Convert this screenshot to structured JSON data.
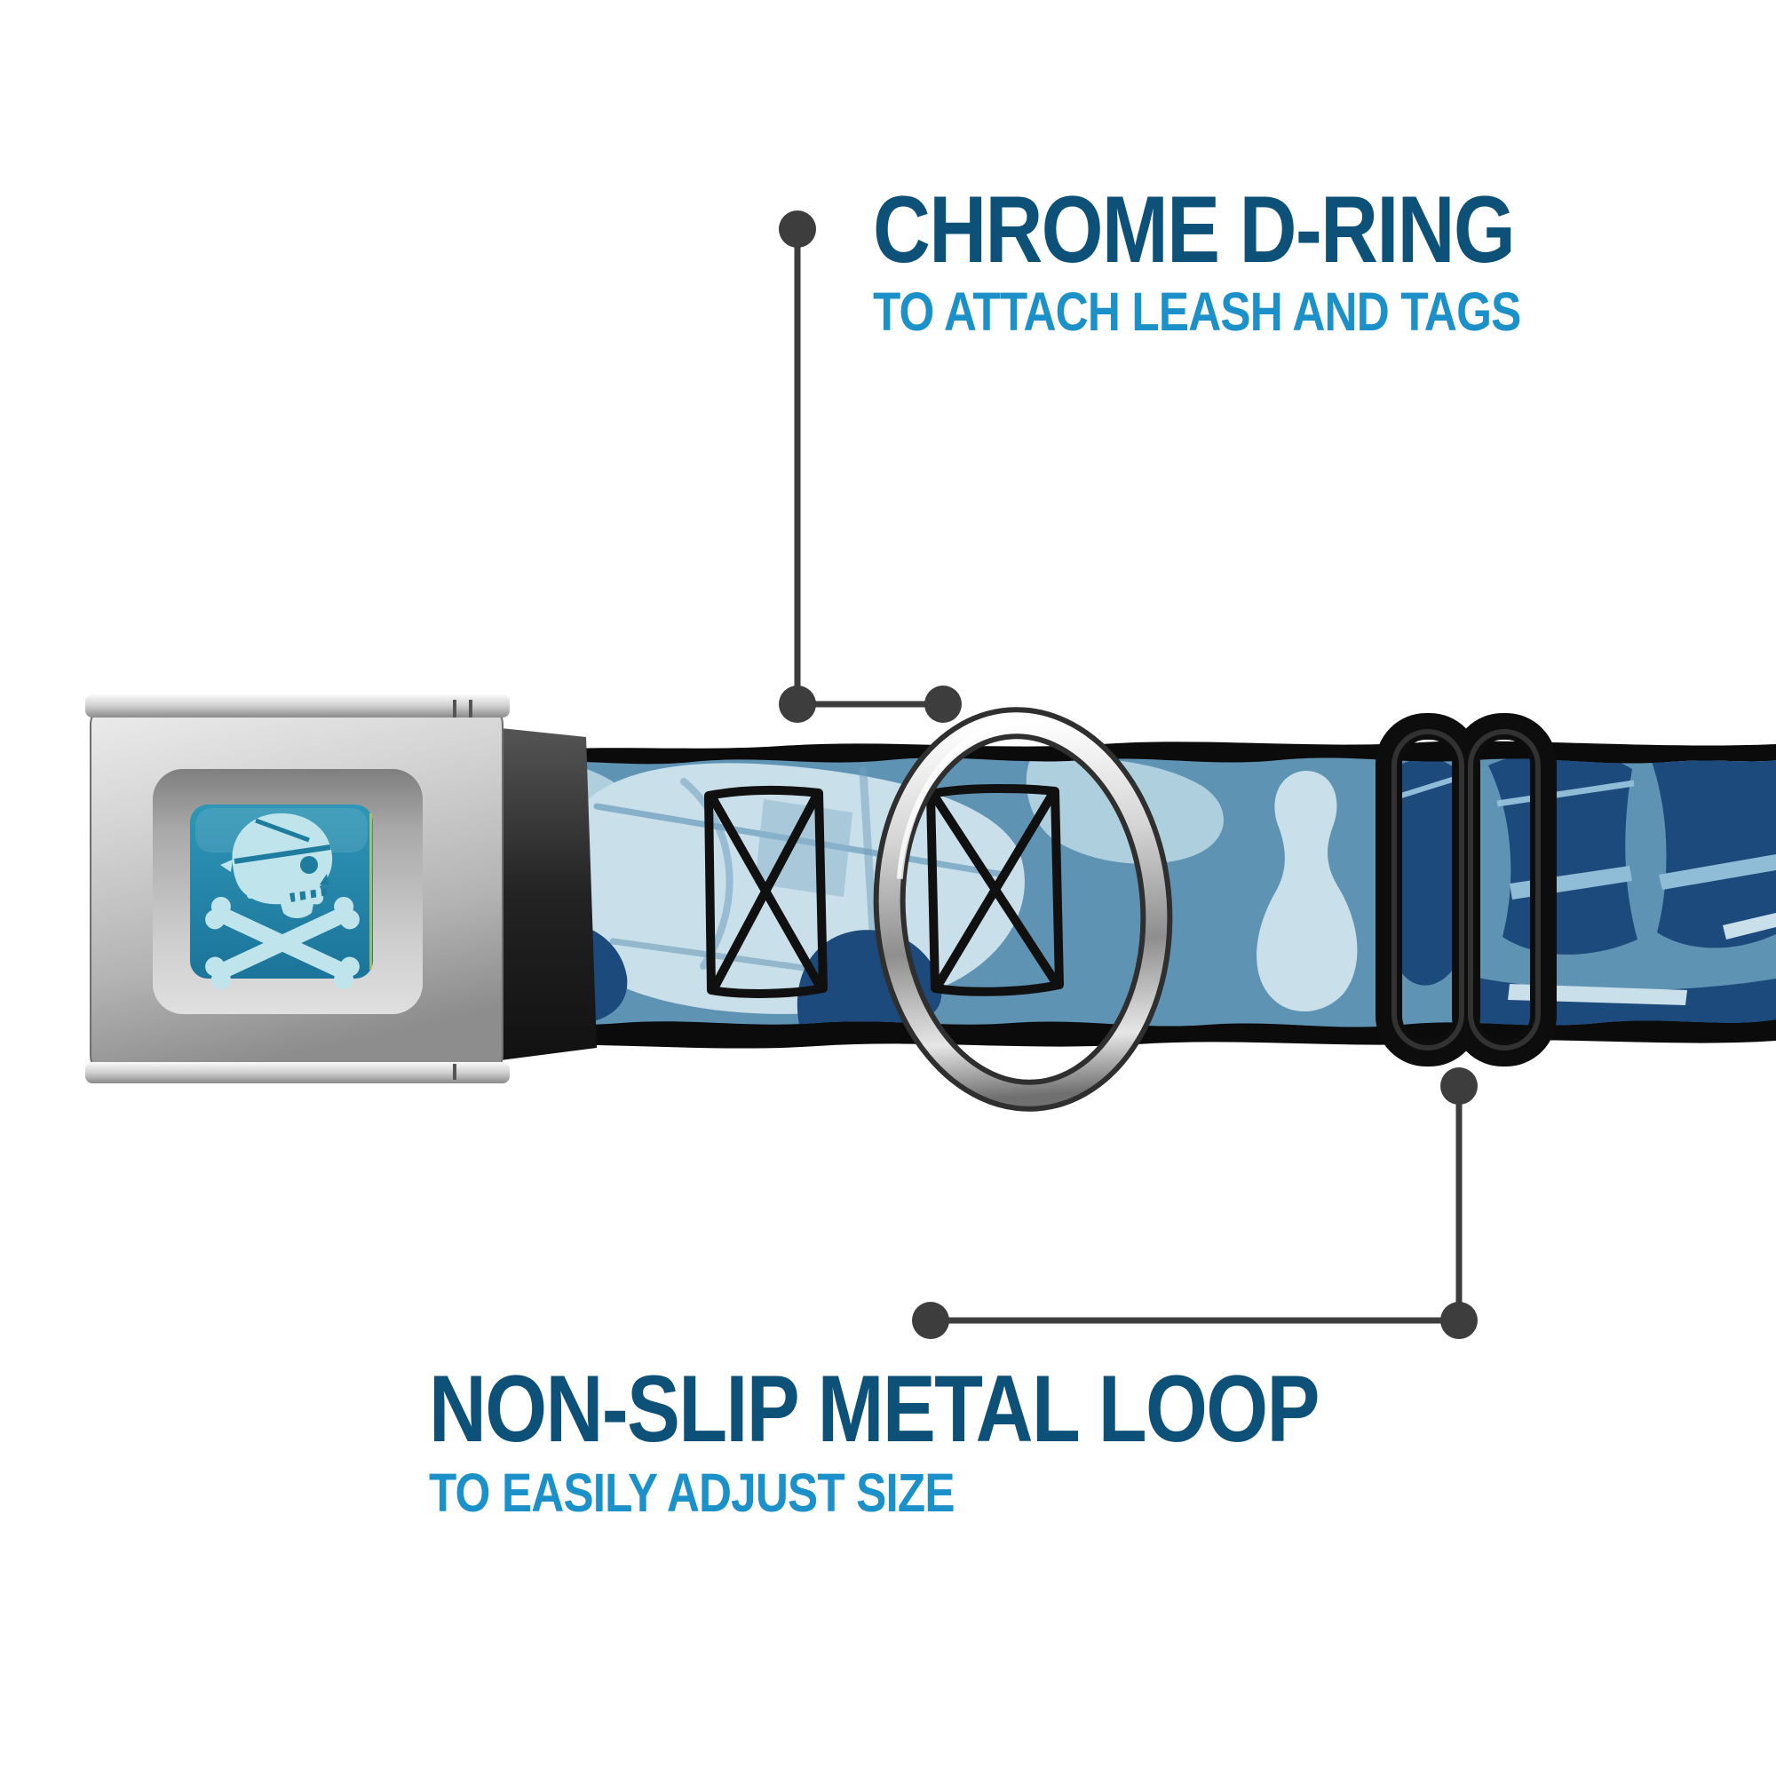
{
  "annotations": {
    "leader_color": "#3d3d3d",
    "top": {
      "title": "CHROME D-RING",
      "subtitle": "TO ATTACH LEASH AND TAGS",
      "title_color": "#0e5178",
      "subtitle_color": "#1b90c9"
    },
    "bottom": {
      "title": "NON-SLIP METAL LOOP",
      "subtitle": "TO EASILY ADJUST SIZE",
      "title_color": "#0e5178",
      "subtitle_color": "#1b90c9"
    }
  },
  "product": {
    "buckle_icon": "pirate-skull-crossbones-icon",
    "colors": {
      "logo_tile": "#2383a6",
      "logo_icon": "#bfe4ec",
      "logo_detail": "#1e7d9f",
      "strap_base": "#5f93b4",
      "strap_light": "#aed0de",
      "strap_pale": "#c9dfe9",
      "strap_navy": "#1d4a7c",
      "strap_edge": "#0b0b0b",
      "buckle_silver": "#c6c6c6",
      "slider_black": "#141414",
      "d_ring_chrome": "#d9d9d9"
    }
  }
}
